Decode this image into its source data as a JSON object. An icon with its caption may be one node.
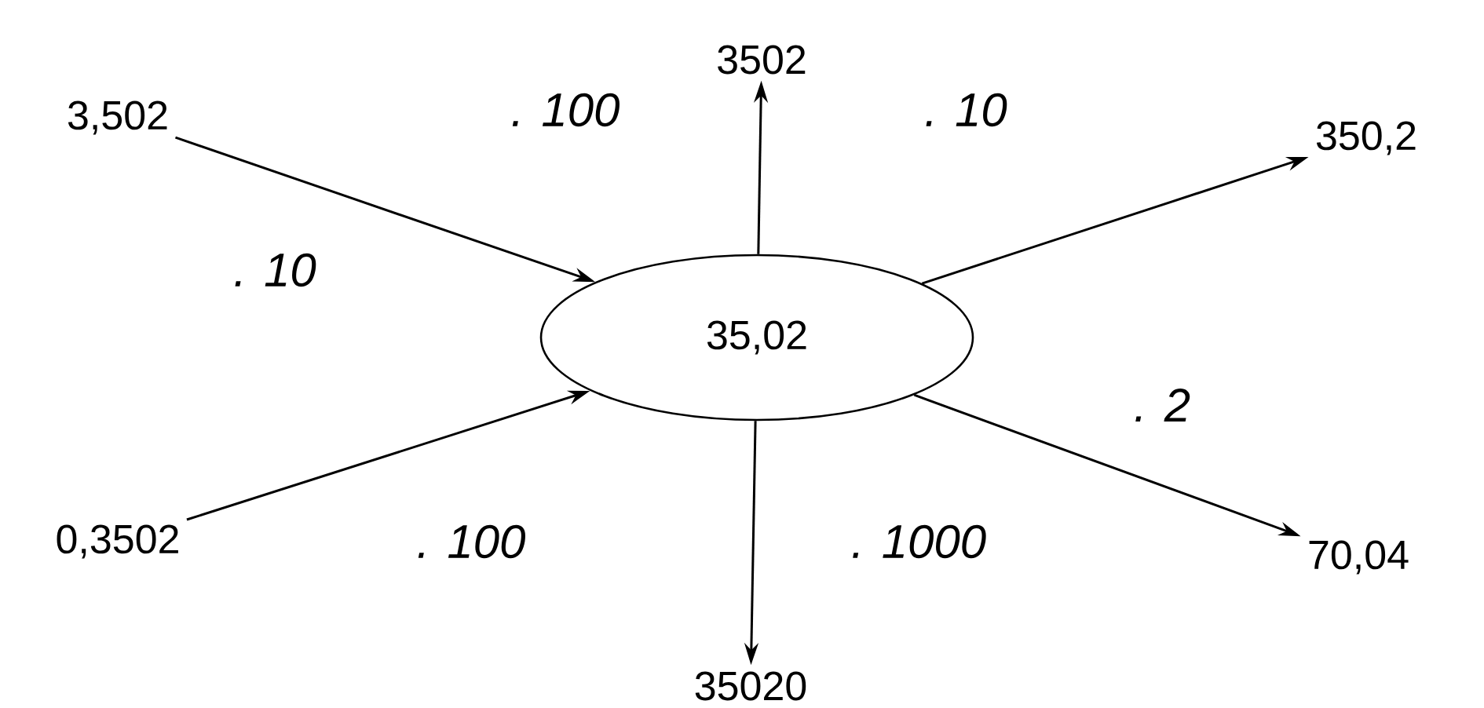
{
  "diagram": {
    "nodes": [
      {
        "text": [
          "3,502"
        ]
      },
      {
        "text": [
          "3502"
        ]
      },
      {
        "text": [
          "350,2"
        ]
      },
      {
        "text": [
          "35,02"
        ]
      },
      {
        "text": [
          "0,3502"
        ]
      },
      {
        "text": [
          "70,04"
        ]
      },
      {
        "text": [
          "35020"
        ]
      }
    ],
    "edges": [
      {
        "from": 0,
        "to": 3,
        "arrow": "to",
        "label": ". 10"
      },
      {
        "from": 4,
        "to": 3,
        "arrow": "to",
        "label": ". 100"
      },
      {
        "from": 3,
        "to": 1,
        "arrow": "to",
        "label": ". 100"
      },
      {
        "from": 3,
        "to": 2,
        "arrow": "to",
        "label": ". 10"
      },
      {
        "from": 3,
        "to": 5,
        "arrow": "to",
        "label": ". 2"
      },
      {
        "from": 3,
        "to": 6,
        "arrow": "to",
        "label": ". 1000"
      }
    ]
  }
}
